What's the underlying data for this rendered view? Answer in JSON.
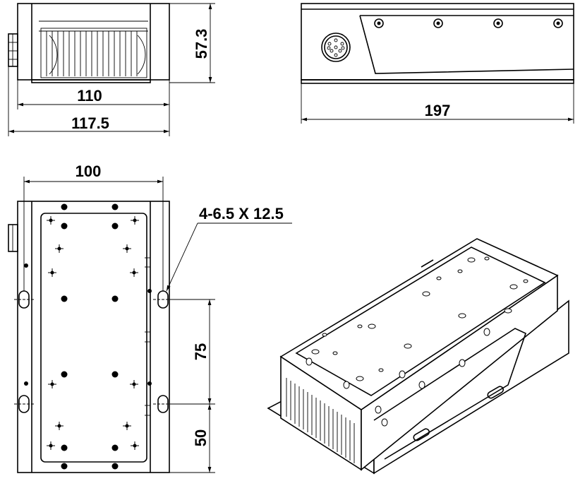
{
  "dimensions": {
    "top_height": "57.3",
    "top_inner_width": "110",
    "top_outer_width": "117.5",
    "side_length": "197",
    "plan_width": "100",
    "slot_callout": "4-6.5 X 12.5",
    "slot_spacing": "75",
    "slot_offset": "50"
  }
}
